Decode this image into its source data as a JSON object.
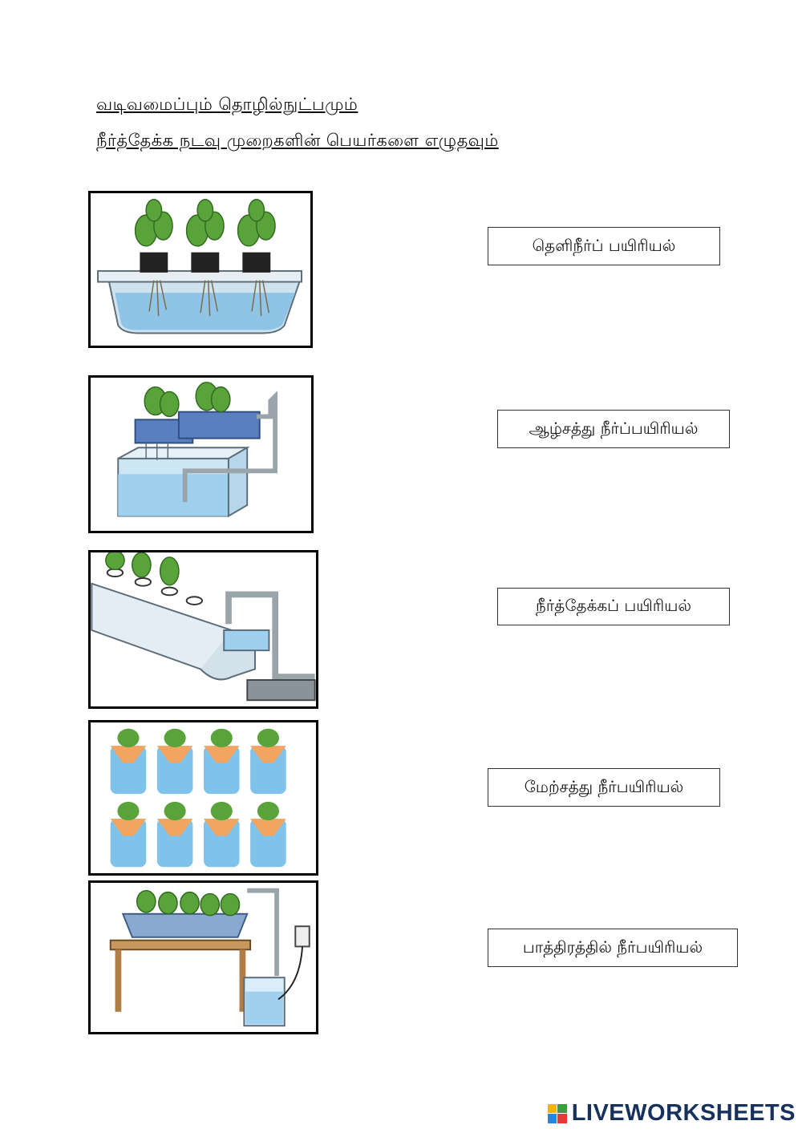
{
  "worksheet": {
    "subject": "வடிவமைப்பும் தொழில்நுட்பமும்",
    "instruction": "நீர்த்தேக்க நடவு முறைகளின் பெயர்களை எழுதவும்"
  },
  "images": [
    {
      "name": "hydroponic-tub-image"
    },
    {
      "name": "stacked-reservoir-image"
    },
    {
      "name": "gutter-channel-image"
    },
    {
      "name": "bottle-grid-image"
    },
    {
      "name": "table-pump-image"
    }
  ],
  "answer_labels": [
    "தெளிநீர்ப் பயிரியல்",
    "ஆழ்சத்து நீர்ப்பயிரியல்",
    "நீர்த்தேக்கப் பயிரியல்",
    "மேற்சத்து நீர்பயிரியல்",
    "பாத்திரத்தில் நீர்பயிரியல்"
  ],
  "branding": {
    "text": "LIVEWORKSHEETS",
    "colors": [
      "#f4b400",
      "#3c9d3c",
      "#1e88e5",
      "#e53935"
    ],
    "text_color": "#16325c"
  }
}
